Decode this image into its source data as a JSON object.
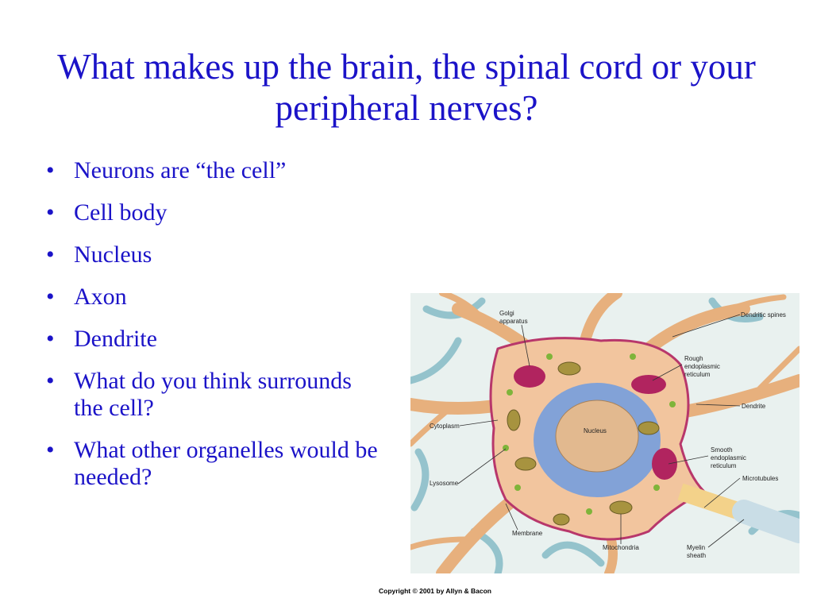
{
  "slide": {
    "title": "What makes up the brain, the spinal cord or your peripheral nerves?",
    "title_color": "#1b13c8",
    "bullet_char": "•",
    "bullets": [
      "Neurons are “the cell”",
      "Cell body",
      "Nucleus",
      "Axon",
      "Dendrite",
      "What do you think surrounds the cell?",
      "What other organelles would be needed?"
    ]
  },
  "figure": {
    "labels": {
      "golgi_line1": "Golgi",
      "golgi_line2": "apparatus",
      "dendritic_spines": "Dendritic spines",
      "rough_er_line1": "Rough",
      "rough_er_line2": "endoplasmic",
      "rough_er_line3": "reticulum",
      "dendrite": "Dendrite",
      "cytoplasm": "Cytoplasm",
      "nucleus": "Nucleus",
      "smooth_er_line1": "Smooth",
      "smooth_er_line2": "endoplasmic",
      "smooth_er_line3": "reticulum",
      "lysosome": "Lysosome",
      "microtubules": "Microtubules",
      "membrane": "Membrane",
      "mitochondria": "Mitochondria",
      "myelin_line1": "Myelin",
      "myelin_line2": "sheath"
    },
    "copyright": "Copyright © 2001 by Allyn & Bacon"
  }
}
